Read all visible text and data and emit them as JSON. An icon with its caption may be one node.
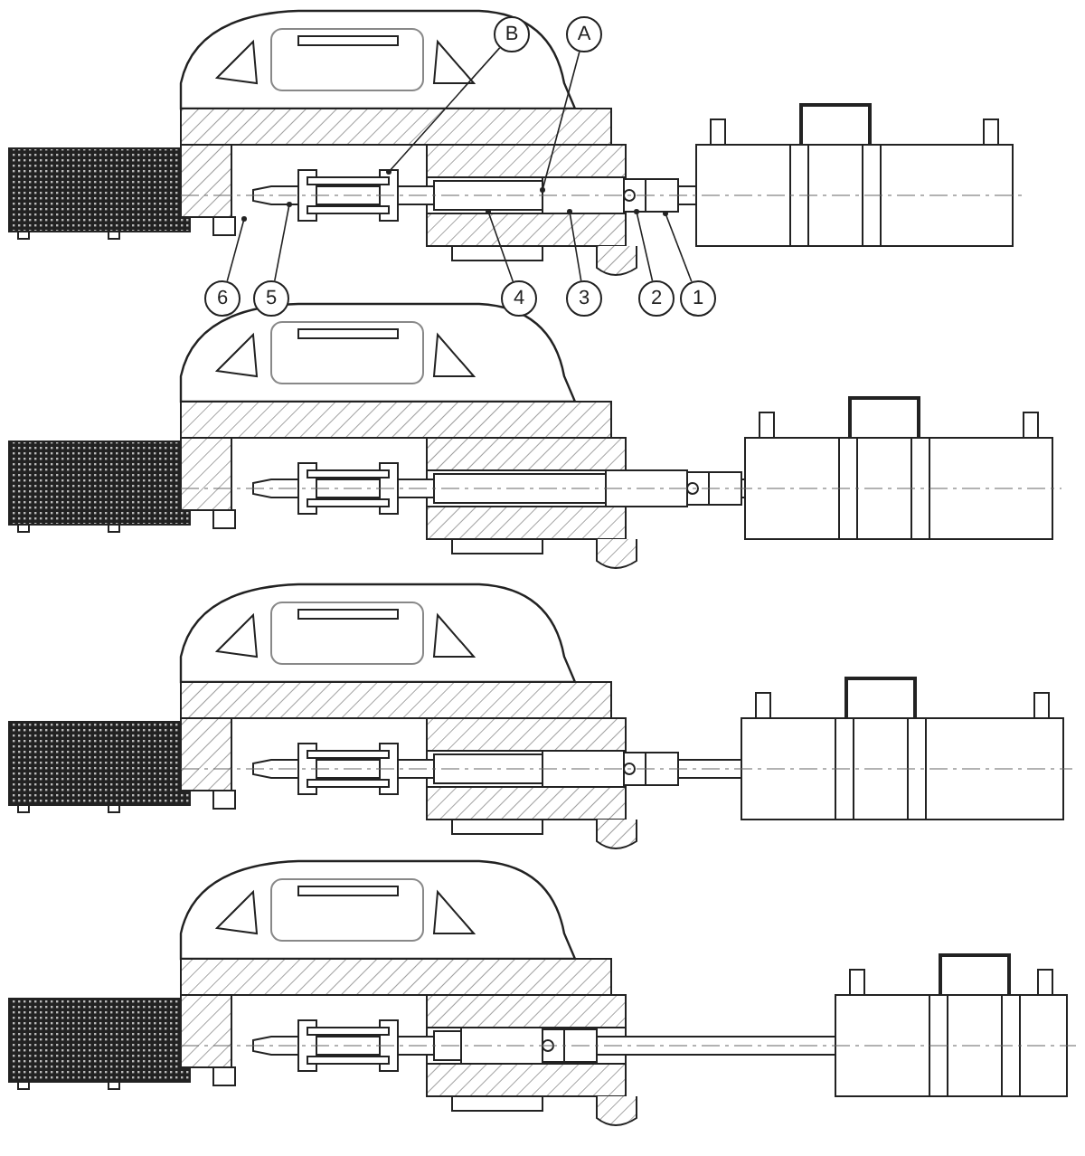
{
  "diagram": {
    "nodes": [
      {
        "text": [
          "B"
        ]
      },
      {
        "text": [
          "A"
        ]
      },
      {
        "text": [
          "6"
        ]
      },
      {
        "text": [
          "5"
        ]
      },
      {
        "text": [
          "4"
        ]
      },
      {
        "text": [
          "3"
        ]
      },
      {
        "text": [
          "2"
        ]
      },
      {
        "text": [
          "1"
        ]
      }
    ],
    "edges": [
      {
        "from": 0,
        "to": null,
        "arrow": "other"
      },
      {
        "from": 1,
        "to": null,
        "arrow": "other"
      },
      {
        "from": 2,
        "to": null,
        "arrow": "other"
      },
      {
        "from": 3,
        "to": null,
        "arrow": "other"
      },
      {
        "from": 4,
        "to": null,
        "arrow": "other"
      },
      {
        "from": 5,
        "to": null,
        "arrow": "other"
      },
      {
        "from": 6,
        "to": null,
        "arrow": "other"
      },
      {
        "from": 7,
        "to": null,
        "arrow": "other"
      }
    ]
  }
}
